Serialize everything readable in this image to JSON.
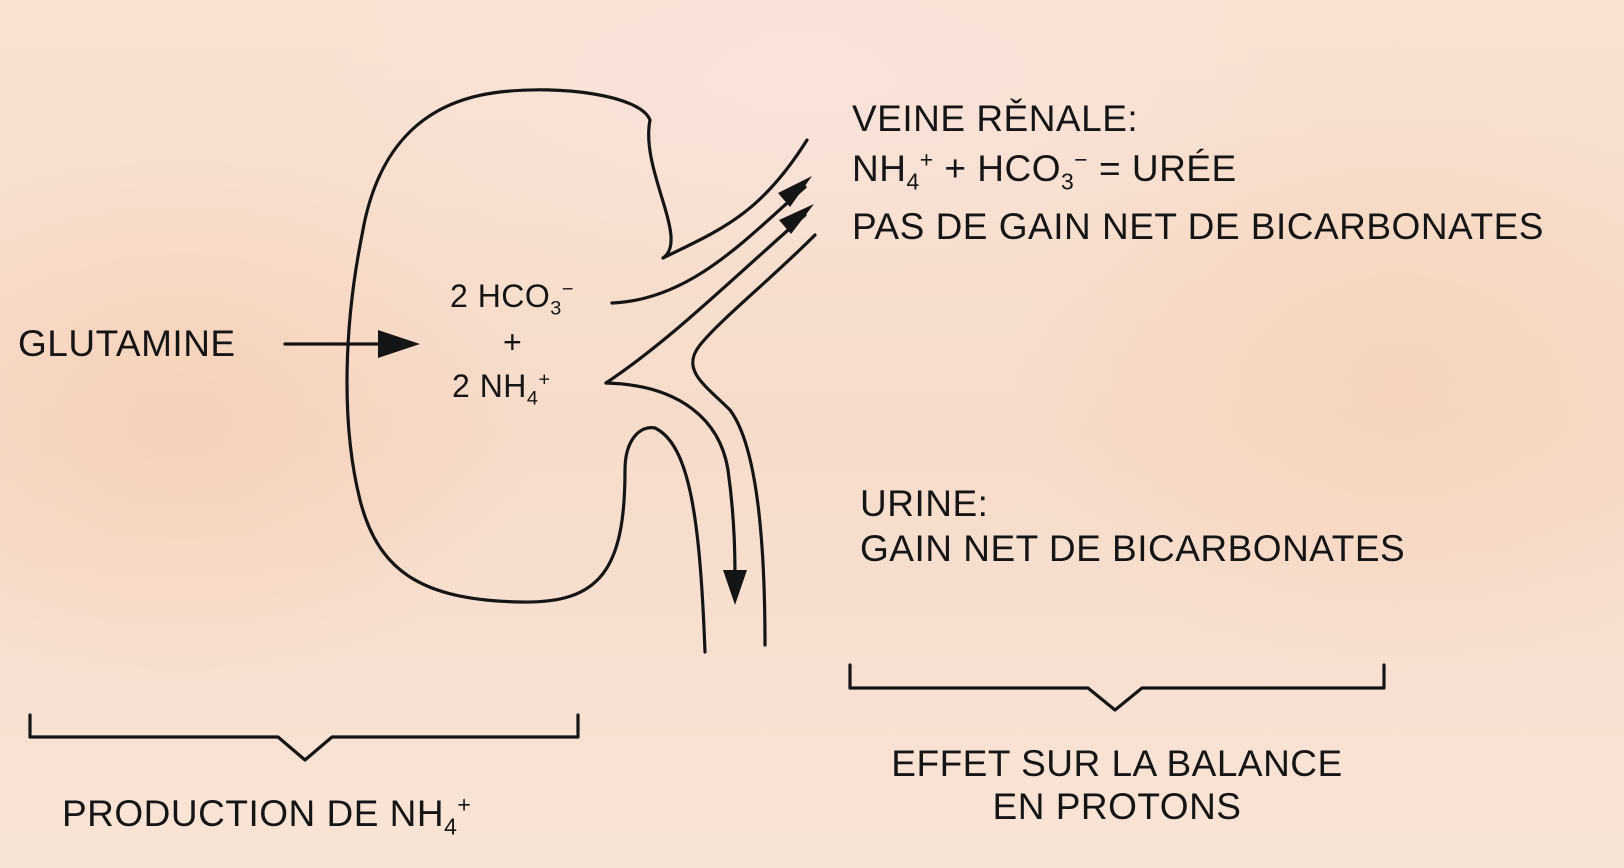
{
  "labels": {
    "glutamine": "GLUTAMINE",
    "hco3_prefix": "2 HCO",
    "hco3_sub": "3",
    "hco3_sup": "−",
    "plus": "+",
    "nh4_prefix": "2 NH",
    "nh4_sub": "4",
    "nh4_sup": "+",
    "vein_title": "VEINE RĚNALE:",
    "vein_eq_nh": "NH",
    "vein_eq_nh_sub": "4",
    "vein_eq_nh_sup": "+",
    "vein_eq_mid": " + HCO",
    "vein_eq_hco_sub": "3",
    "vein_eq_hco_sup": "−",
    "vein_eq_end": " = URÉE",
    "vein_net": "PAS DE GAIN NET DE BICARBONATES",
    "urine_title": "URINE:",
    "urine_net": "GAIN NET DE BICARBONATES",
    "production_prefix": "PRODUCTION DE NH",
    "production_sub": "4",
    "production_sup": "+",
    "effect_line1": "EFFET SUR LA BALANCE",
    "effect_line2": "EN PROTONS"
  },
  "colors": {
    "stroke": "#151515",
    "background": "#f7dfce"
  }
}
